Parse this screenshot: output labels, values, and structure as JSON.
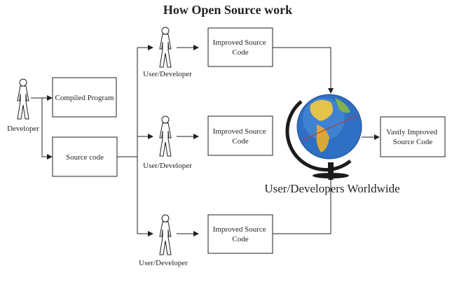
{
  "title": "How Open Source work",
  "colors": {
    "title": "#1f9a8a",
    "ink": "#231f20",
    "ocean": "#2e6fc4",
    "land": "#e3c34a",
    "stand": "#1b1b1b"
  },
  "actors": {
    "developer": "Developer",
    "user_dev_top": "User/Developer",
    "user_dev_mid": "User/Developer",
    "user_dev_bot": "User/Developer"
  },
  "boxes": {
    "compiled": "Compiled Program",
    "source": "Source code",
    "improved_top": [
      "Improved Source",
      "Code"
    ],
    "improved_mid": [
      "Improved Source",
      "Code"
    ],
    "improved_bot": [
      "Improved Source",
      "Code"
    ],
    "vastly": [
      "Vastly Improved",
      "Source Code"
    ]
  },
  "globe_label": "User/Developers Worldwide",
  "icons": {
    "person": "person-icon",
    "globe": "globe-icon"
  }
}
